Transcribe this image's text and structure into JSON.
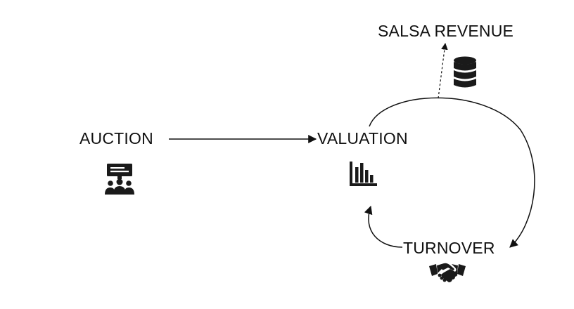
{
  "diagram": {
    "nodes": [
      {
        "id": "auction",
        "label": "AUCTION",
        "icon": "auction-presentation-icon"
      },
      {
        "id": "valuation",
        "label": "VALUATION",
        "icon": "bar-chart-icon"
      },
      {
        "id": "salsa_revenue",
        "label": "SALSA REVENUE",
        "icon": "database-icon"
      },
      {
        "id": "turnover",
        "label": "TURNOVER",
        "icon": "handshake-icon"
      }
    ],
    "edges": [
      {
        "from": "auction",
        "to": "valuation",
        "style": "solid"
      },
      {
        "from": "valuation",
        "to": "turnover",
        "style": "solid"
      },
      {
        "from": "turnover",
        "to": "valuation",
        "style": "solid"
      },
      {
        "from": "valuation",
        "to": "salsa_revenue",
        "style": "dashed"
      }
    ],
    "colors": {
      "line": "#111111",
      "icon": "#1a1a1a",
      "background": "#ffffff"
    }
  }
}
